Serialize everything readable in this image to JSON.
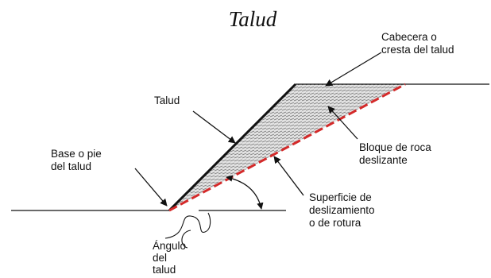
{
  "title": "Talud",
  "labels": {
    "crest": [
      "Cabecera o",
      "cresta del talud"
    ],
    "slope": "Talud",
    "base": [
      "Base o pie",
      "del talud"
    ],
    "block": [
      "Bloque de roca",
      "deslizante"
    ],
    "surface": [
      "Superficie de",
      "deslizamiento",
      "o de rotura"
    ],
    "angle": [
      "Ángulo",
      "del",
      "talud"
    ]
  },
  "colors": {
    "ink": "#111111",
    "failure_surface": "#d42a2a",
    "hatch": "#7d7d7d"
  }
}
